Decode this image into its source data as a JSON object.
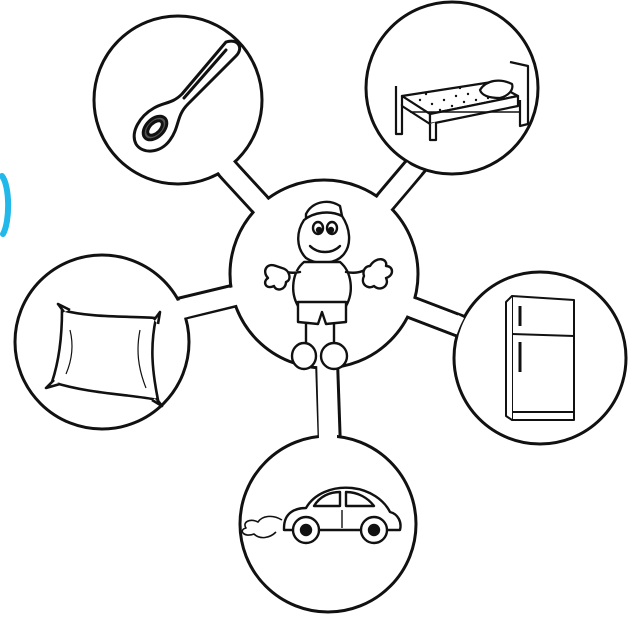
{
  "worksheet": {
    "center": {
      "icon": "dinosaur-character-icon"
    },
    "items": [
      {
        "id": "spoon",
        "icon": "spoon-icon"
      },
      {
        "id": "bed",
        "icon": "bed-icon"
      },
      {
        "id": "pillow",
        "icon": "pillow-icon"
      },
      {
        "id": "refrigerator",
        "icon": "refrigerator-icon"
      },
      {
        "id": "car",
        "icon": "car-icon"
      }
    ]
  },
  "colors": {
    "line": "#111111",
    "background": "#ffffff",
    "accent": "#22b8ea"
  }
}
